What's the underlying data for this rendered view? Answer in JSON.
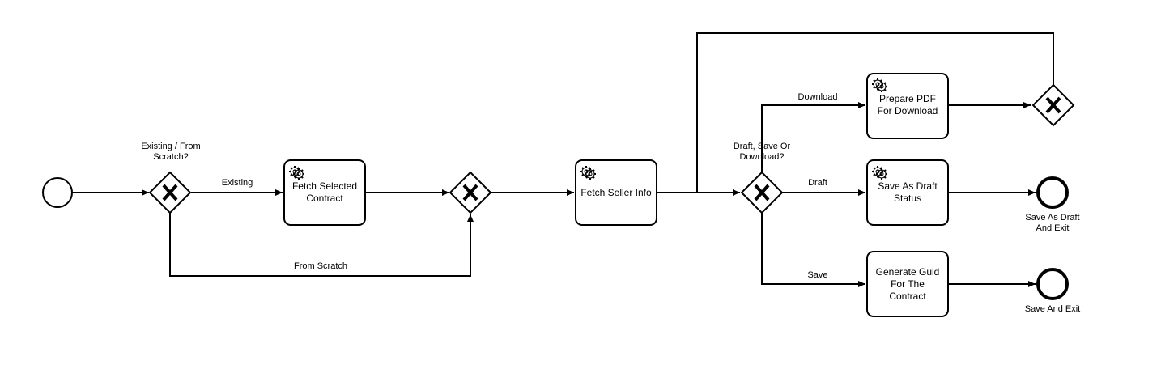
{
  "diagram": {
    "start_event": {
      "label": ""
    },
    "gateways": {
      "existing_or_scratch": {
        "label": "Existing / From Scratch?"
      },
      "merge": {
        "label": ""
      },
      "draft_save_download": {
        "label": "Draft, Save Or Download?"
      },
      "download_merge": {
        "label": ""
      }
    },
    "tasks": {
      "fetch_selected_contract": {
        "label": "Fetch Selected Contract",
        "icon": "gear-icon"
      },
      "fetch_seller_info": {
        "label": "Fetch Seller Info",
        "icon": "gear-icon"
      },
      "prepare_pdf": {
        "label": "Prepare PDF For Download",
        "icon": "gear-icon"
      },
      "save_as_draft_status": {
        "label": "Save As Draft Status",
        "icon": "gear-icon"
      },
      "generate_guid": {
        "label": "Generate Guid For The Contract",
        "icon": ""
      }
    },
    "end_events": {
      "save_as_draft_exit": {
        "label": "Save As Draft And Exit"
      },
      "save_and_exit": {
        "label": "Save And Exit"
      }
    },
    "flows": {
      "existing": "Existing",
      "from_scratch": "From Scratch",
      "download": "Download",
      "draft": "Draft",
      "save": "Save"
    }
  }
}
